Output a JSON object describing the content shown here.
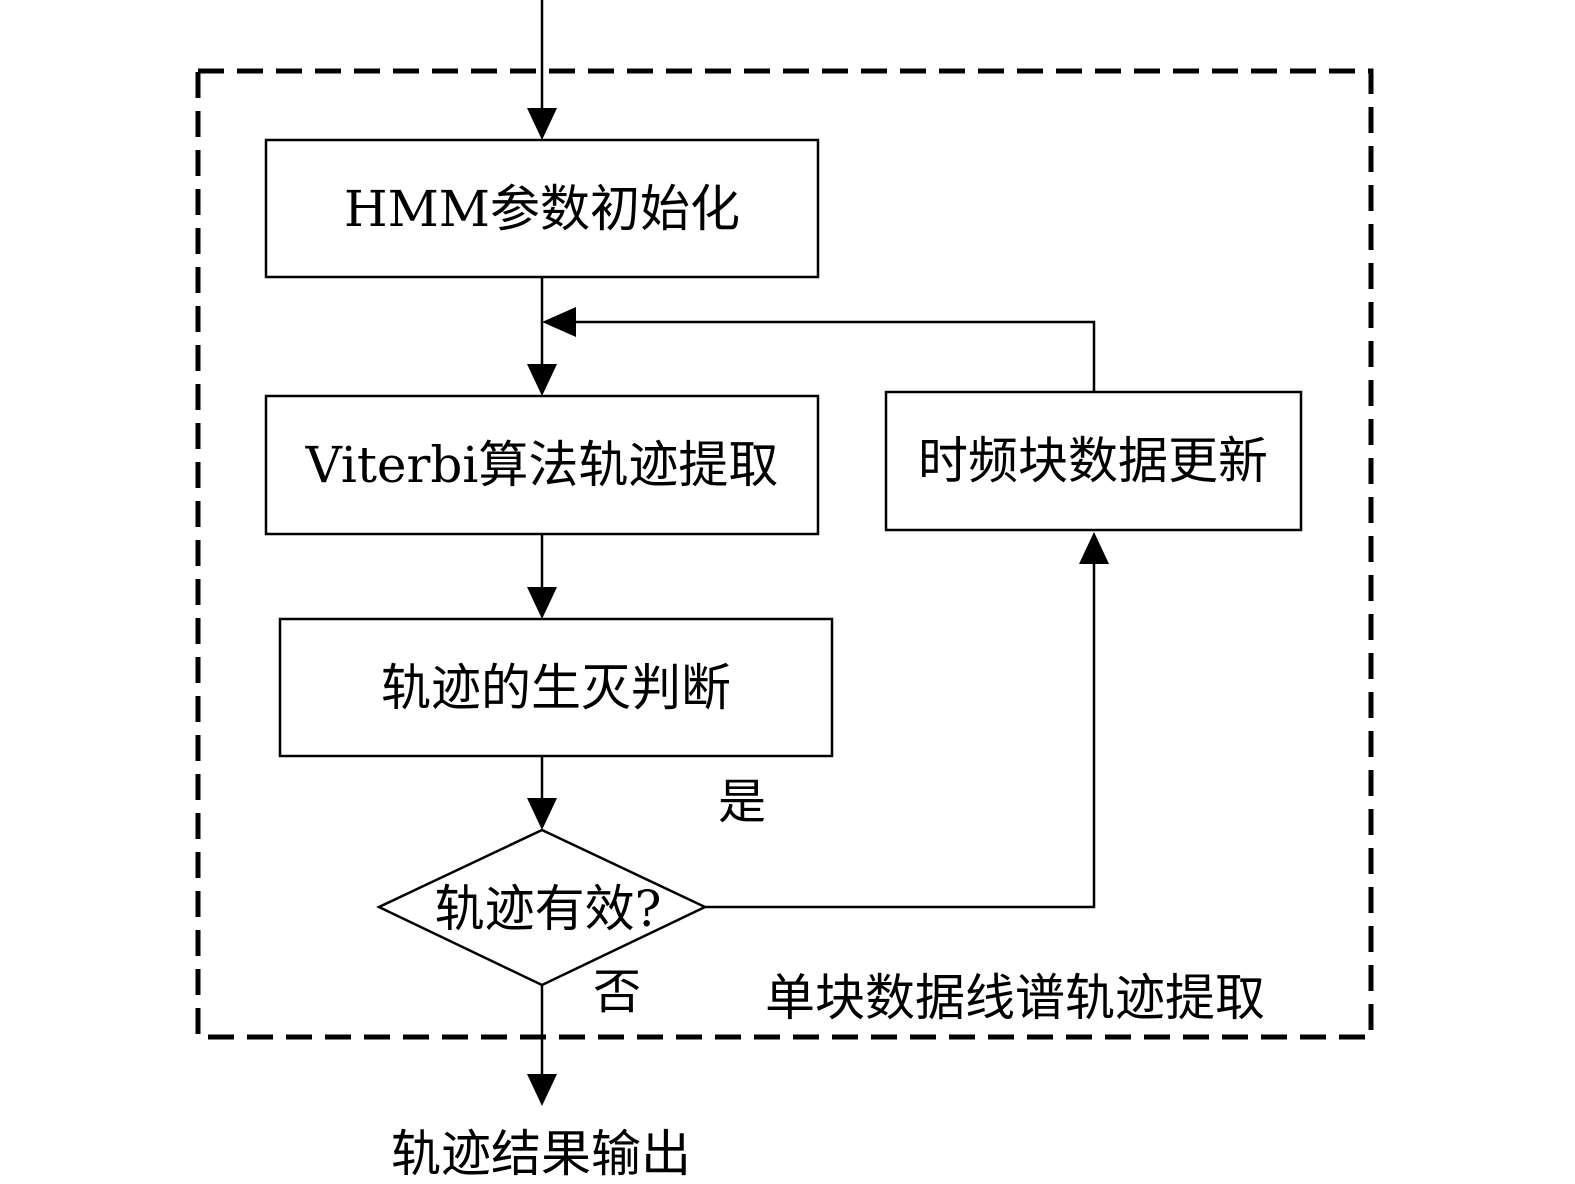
{
  "diagram": {
    "group_label": "单块数据线谱轨迹提取",
    "nodes": {
      "init": "HMM参数初始化",
      "viterbi": "Viterbi算法轨迹提取",
      "birth_death": "轨迹的生灭判断",
      "valid": "轨迹有效?",
      "update": "时频块数据更新",
      "output": "轨迹结果输出"
    },
    "edges": {
      "yes": "是",
      "no": "否"
    }
  }
}
